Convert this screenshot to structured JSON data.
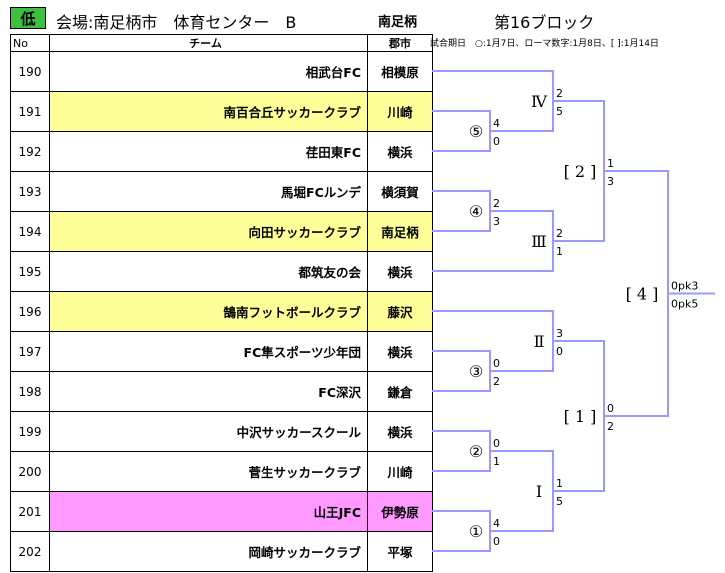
{
  "header": {
    "badge": "低",
    "venue": "会場:南足柄市　体育センター　B",
    "organizer": "南足柄",
    "block": "第16ブロック",
    "legend": "試合期日　○:1月7日、ローマ数字:1月8日、[ ]:1月14日"
  },
  "table": {
    "col_no": "No",
    "col_team": "チーム",
    "col_city": "郡市",
    "rows": [
      {
        "no": "190",
        "team": "相武台FC",
        "city": "相模原",
        "highlight": ""
      },
      {
        "no": "191",
        "team": "南百合丘サッカークラブ",
        "city": "川崎",
        "highlight": "#ffff99"
      },
      {
        "no": "192",
        "team": "荏田東FC",
        "city": "横浜",
        "highlight": ""
      },
      {
        "no": "193",
        "team": "馬堀FCルンデ",
        "city": "横須賀",
        "highlight": ""
      },
      {
        "no": "194",
        "team": "向田サッカークラブ",
        "city": "南足柄",
        "highlight": "#ffff99"
      },
      {
        "no": "195",
        "team": "都筑友の会",
        "city": "横浜",
        "highlight": ""
      },
      {
        "no": "196",
        "team": "鵠南フットボールクラブ",
        "city": "藤沢",
        "highlight": "#ffff99"
      },
      {
        "no": "197",
        "team": "FC隼スポーツ少年団",
        "city": "横浜",
        "highlight": ""
      },
      {
        "no": "198",
        "team": "FC深沢",
        "city": "鎌倉",
        "highlight": ""
      },
      {
        "no": "199",
        "team": "中沢サッカースクール",
        "city": "横浜",
        "highlight": ""
      },
      {
        "no": "200",
        "team": "菅生サッカークラブ",
        "city": "川崎",
        "highlight": ""
      },
      {
        "no": "201",
        "team": "山王JFC",
        "city": "伊勢原",
        "highlight": "#ff99ff"
      },
      {
        "no": "202",
        "team": "岡崎サッカークラブ",
        "city": "平塚",
        "highlight": ""
      }
    ]
  },
  "bracket": {
    "line_color": "#9999ff",
    "labels": {
      "m5": "⑤",
      "m4": "④",
      "m3": "③",
      "m2": "②",
      "m1": "①",
      "r4": "Ⅳ",
      "r3": "Ⅲ",
      "r2": "Ⅱ",
      "r1": "Ⅰ",
      "sf2": "[ 2 ]",
      "sf1": "[ 1 ]",
      "final": "[ 4 ]"
    },
    "scores": {
      "m5_top": "4",
      "m5_bot": "0",
      "m4_top": "2",
      "m4_bot": "3",
      "m3_top": "0",
      "m3_bot": "2",
      "m2_top": "0",
      "m2_bot": "1",
      "m1_top": "4",
      "m1_bot": "0",
      "r4_top": "2",
      "r4_bot": "5",
      "r3_top": "2",
      "r3_bot": "1",
      "r2_top": "3",
      "r2_bot": "0",
      "r1_top": "1",
      "r1_bot": "5",
      "sf2_top": "1",
      "sf2_bot": "3",
      "sf1_top": "0",
      "sf1_bot": "2",
      "final_top": "0pk3",
      "final_bot": "0pk5"
    }
  }
}
